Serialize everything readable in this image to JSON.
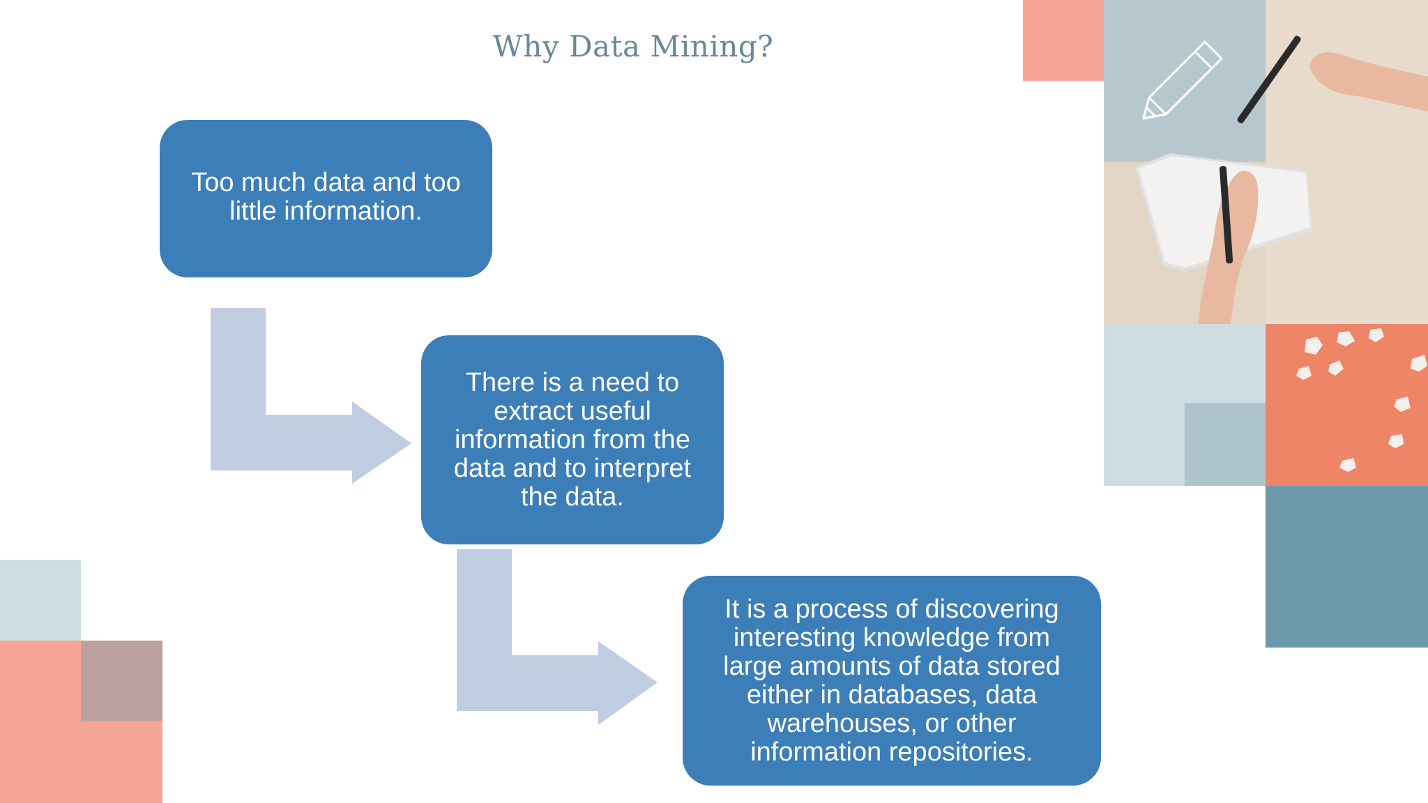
{
  "slide": {
    "title": "Why Data Mining?"
  },
  "flow": {
    "steps": [
      {
        "text": "Too much data and too little information."
      },
      {
        "text": "There is a need to extract useful information from the data and to interpret the data."
      },
      {
        "text": "It is a process of discovering interesting knowledge from large amounts of data stored either in databases, data warehouses, or other information repositories."
      }
    ]
  },
  "colors": {
    "box": "#3c7eb8",
    "arrow": "#c0cde1",
    "title": "#6a8795",
    "coral": "#f6a596",
    "slate": "#6e98ab",
    "light_gray_blue": "#cddde1",
    "mauve": "#bba29e"
  },
  "decorations": {
    "icons": [
      "pencil-icon"
    ],
    "photos": [
      "hands-writing-photo",
      "crumpled-paper-photo"
    ]
  }
}
